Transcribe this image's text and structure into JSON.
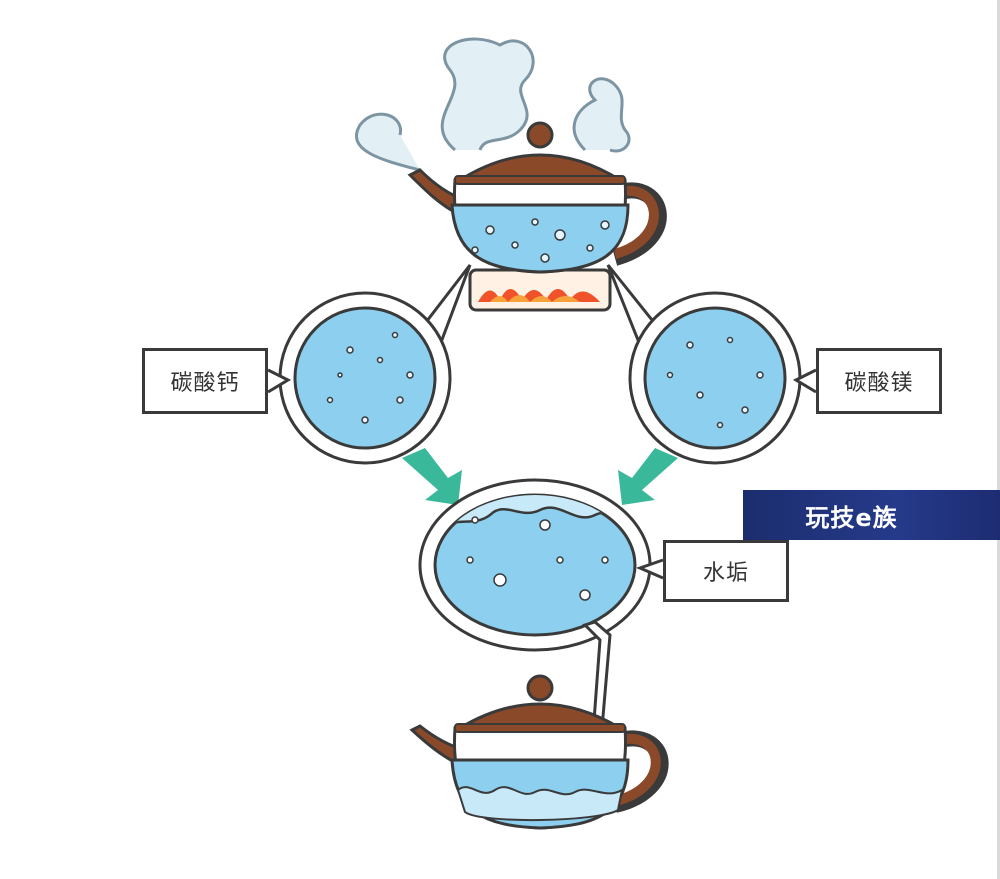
{
  "labels": {
    "calcium_carbonate": "碳酸钙",
    "magnesium_carbonate": "碳酸镁",
    "scale": "水垢"
  },
  "brand": {
    "name": "玩技e族"
  },
  "colors": {
    "water": "#8ccfee",
    "water_light": "#c8e9f8",
    "kettle_brown": "#8a4a2a",
    "arrow_teal": "#3ab89a",
    "flame": "#f0522a",
    "outline": "#3a3a3a",
    "brand_bg": "#1f3178"
  },
  "icons": [
    "boiling-kettle-icon",
    "steam-icon",
    "flame-icon",
    "water-bubble-circle-icon",
    "down-arrow-icon",
    "scaled-kettle-icon"
  ]
}
